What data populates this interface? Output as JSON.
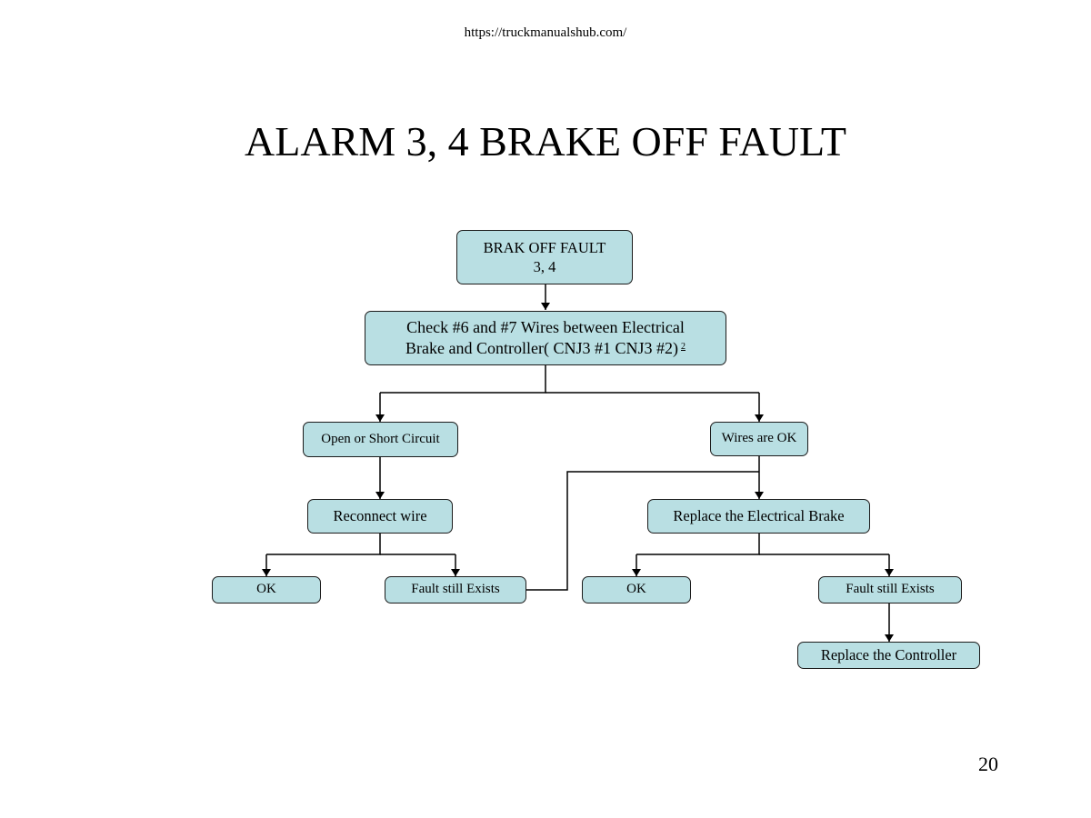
{
  "header": {
    "url": "https://truckmanualshub.com/",
    "title": "ALARM 3, 4 BRAKE OFF FAULT"
  },
  "flowchart": {
    "start": {
      "line1": "BRAK OFF FAULT",
      "line2": "3, 4"
    },
    "check": {
      "line1": "Check #6 and #7 Wires between Electrical",
      "line2": "Brake and Controller( CNJ3 #1 CNJ3 #2)",
      "note": "2"
    },
    "open_short": "Open or Short Circuit",
    "wires_ok": "Wires are OK",
    "reconnect": "Reconnect wire",
    "replace_brake": "Replace the Electrical Brake",
    "ok_left": "OK",
    "fault_left": "Fault still Exists",
    "ok_right": "OK",
    "fault_right": "Fault still Exists",
    "replace_controller": "Replace the Controller"
  },
  "footer": {
    "page_number": "20"
  }
}
